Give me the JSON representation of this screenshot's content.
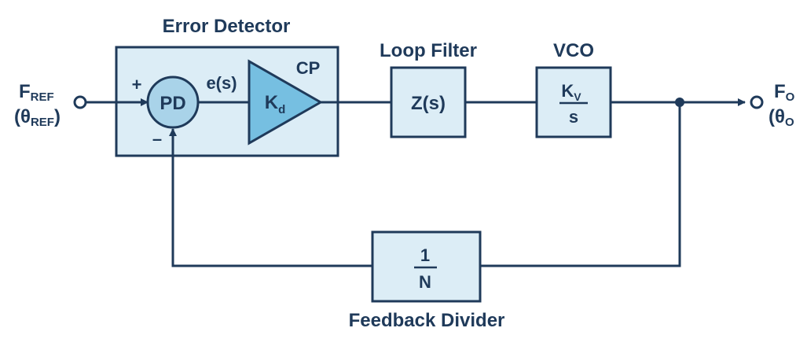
{
  "colors": {
    "stroke": "#1f3a5a",
    "box_fill": "#dcedf6",
    "circle_fill": "#a9d3e9",
    "triangle_fill": "#76bfe1",
    "background": "#ffffff"
  },
  "labels": {
    "error_detector": "Error Detector",
    "loop_filter": "Loop Filter",
    "vco": "VCO",
    "feedback_divider": "Feedback Divider",
    "cp": "CP",
    "pd": "PD",
    "es": "e(s)",
    "plus": "+",
    "minus": "–",
    "kd_main": "K",
    "kd_sub": "d",
    "zs": "Z(s)",
    "kv_main": "K",
    "kv_sub": "V",
    "kv_den": "s",
    "div_num": "1",
    "div_den": "N",
    "fref_main": "F",
    "fref_sub": "REF",
    "thref_open": "(θ",
    "thref_sub": "REF",
    "thref_close": ")",
    "fout_main": "F",
    "fout_sub": "O",
    "thout_open": "(θ",
    "thout_sub": "O"
  }
}
